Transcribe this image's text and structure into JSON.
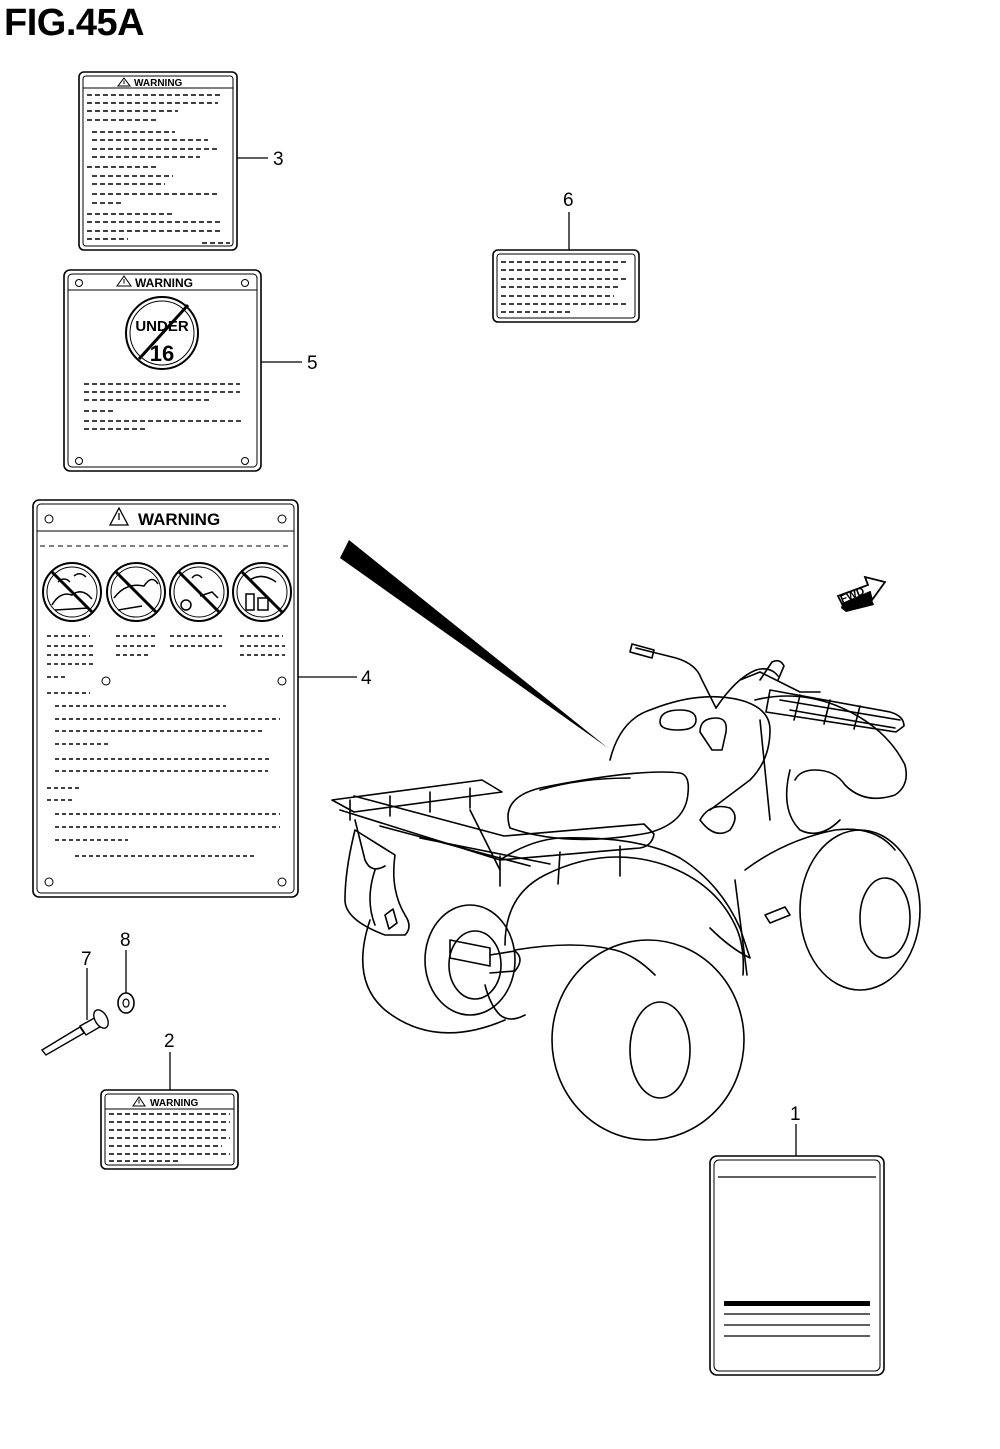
{
  "figure": {
    "title": "FIG.45A"
  },
  "labels": {
    "warning_label_3": {
      "heading": "WARNING",
      "callout": "3"
    },
    "warning_label_5": {
      "heading": "WARNING",
      "badge_top": "UNDER",
      "badge_number": "16",
      "callout": "5"
    },
    "warning_label_4": {
      "heading": "WARNING",
      "callout": "4"
    },
    "warning_label_2": {
      "heading": "WARNING",
      "callout": "2"
    },
    "label_6": {
      "callout": "6"
    },
    "label_1": {
      "callout": "1"
    }
  },
  "hardware": {
    "rivet": {
      "callout": "7"
    },
    "washer": {
      "callout": "8"
    }
  },
  "vehicle": {
    "direction_arrow": "FWD"
  },
  "icons": [
    "warning-triangle-icon",
    "no-passenger-icon",
    "no-paved-road-icon",
    "no-drugs-alcohol-icon",
    "no-helmet-icon",
    "fwd-arrow-icon"
  ]
}
